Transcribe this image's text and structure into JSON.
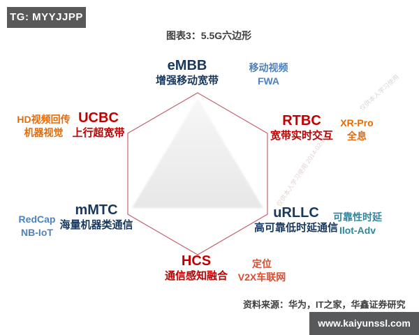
{
  "tag_banner": {
    "label": "TG: MYYJJPP"
  },
  "title": "图表3：5.5G六边形",
  "hexagon": {
    "nodes": [
      {
        "id": "embb",
        "acronym": "eMBB",
        "subtitle": "增强移动宽带",
        "annotation": [
          "移动视频",
          "FWA"
        ],
        "label_color": "#17375e",
        "annotation_color": "#4f81bd"
      },
      {
        "id": "ucbc",
        "acronym": "UCBC",
        "subtitle": "上行超宽带",
        "annotation": [
          "HD视频回传",
          "机器视觉"
        ],
        "label_color": "#c00000",
        "annotation_color": "#e36c0a"
      },
      {
        "id": "rtbc",
        "acronym": "RTBC",
        "subtitle": "宽带实时交互",
        "annotation": [
          "XR-Pro",
          "全息"
        ],
        "label_color": "#c00000",
        "annotation_color": "#e36c0a"
      },
      {
        "id": "mmtc",
        "acronym": "mMTC",
        "subtitle": "海量机器类通信",
        "annotation": [
          "RedCap",
          "NB-IoT"
        ],
        "label_color": "#17375e",
        "annotation_color": "#4f81bd"
      },
      {
        "id": "urllc",
        "acronym": "uRLLC",
        "subtitle": "高可靠低时延通信",
        "annotation": [
          "可靠性时延",
          "Ilot-Adv"
        ],
        "label_color": "#17375e",
        "annotation_color": "#31859c"
      },
      {
        "id": "hcs",
        "acronym": "HCS",
        "subtitle": "通信感知融合",
        "annotation": [
          "定位",
          "V2X车联网"
        ],
        "label_color": "#c00000",
        "annotation_color": "#dd4b2e"
      }
    ],
    "outline_color": "#c4636e",
    "triangle_fill": "#ececec"
  },
  "watermarks": {
    "corner": "仅供本人学习使用",
    "long": "仅供本人学习使用 2014-02-28"
  },
  "source": "资料来源：华为，IT之家，华鑫证券研究",
  "footer": {
    "url": "www.kaiyunssl.com",
    "background": "#58595b"
  },
  "colors": {
    "banner_background": "#595959",
    "navy_label": "#17375e",
    "red_label": "#c00000",
    "steel_blue_annotation": "#4f81bd",
    "teal_annotation": "#31859c",
    "orange_annotation": "#e36c0a",
    "orange_red_annotation": "#dd4b2e",
    "hexagon_outline": "#c4636e",
    "triangle_fill": "#ececec"
  }
}
